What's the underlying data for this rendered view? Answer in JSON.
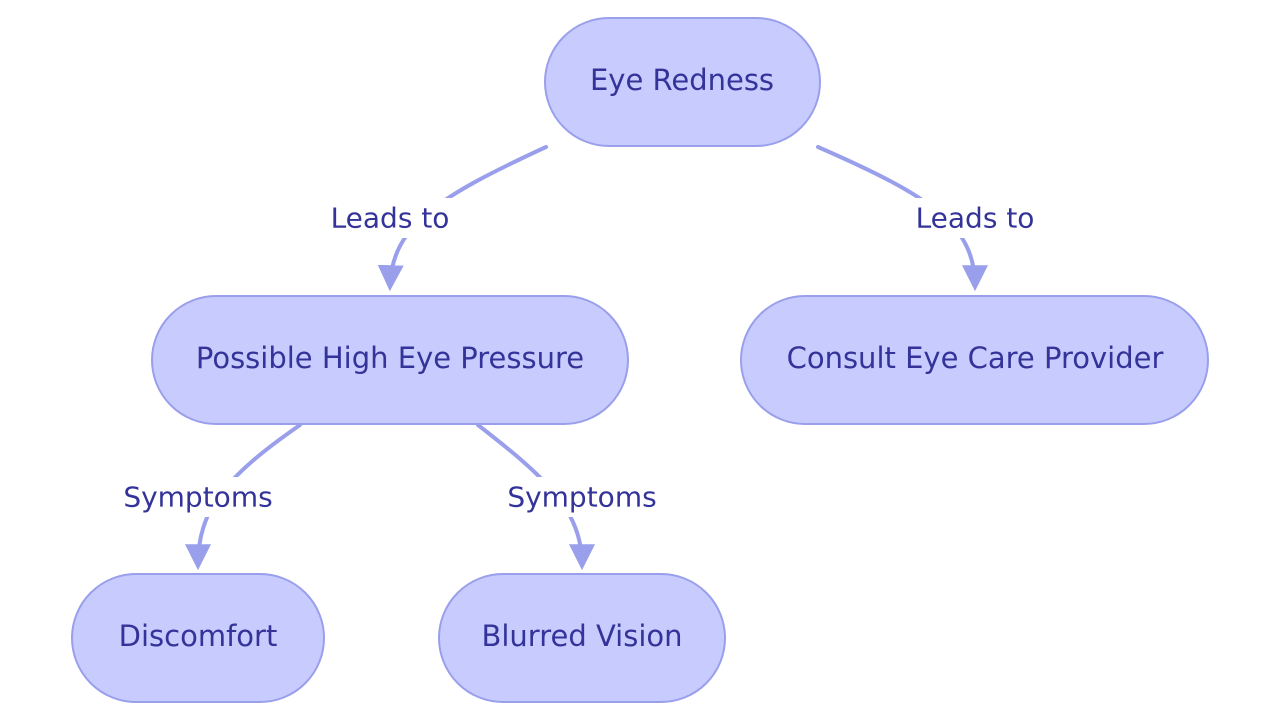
{
  "colors": {
    "node_fill": "#c8cbfd",
    "node_stroke": "#9a9fec",
    "text": "#333399",
    "edge": "#9a9fec"
  },
  "nodes": {
    "eye_redness": "Eye Redness",
    "high_pressure": "Possible High Eye Pressure",
    "consult": "Consult Eye Care Provider",
    "discomfort": "Discomfort",
    "blurred": "Blurred Vision"
  },
  "edges": {
    "redness_to_pressure": "Leads to",
    "redness_to_consult": "Leads to",
    "pressure_to_discomfort": "Symptoms",
    "pressure_to_blurred": "Symptoms"
  }
}
